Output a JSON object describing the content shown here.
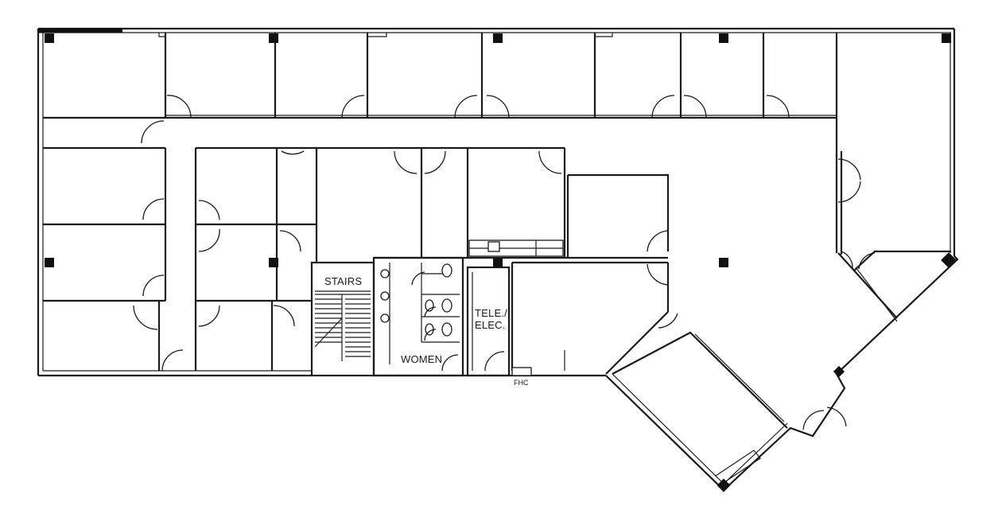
{
  "labels": {
    "stairs": "STAIRS",
    "women": "WOMEN",
    "tele_line1": "TELE./",
    "tele_line2": "ELEC.",
    "fhc": "FHC"
  },
  "colors": {
    "wall": "#1a1a1a",
    "background": "#ffffff",
    "column": "#111111"
  }
}
